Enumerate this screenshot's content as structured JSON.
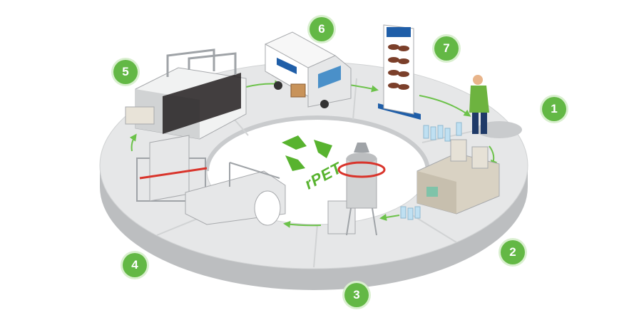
{
  "steps": [
    {
      "number": "1"
    },
    {
      "number": "2"
    },
    {
      "number": "3"
    },
    {
      "number": "4"
    },
    {
      "number": "5"
    },
    {
      "number": "6"
    },
    {
      "number": "7"
    }
  ],
  "center": {
    "label": "rPET"
  },
  "colors": {
    "badge": "#63b845",
    "ring_top": "#e6e7e8",
    "ring_side": "#bcbec0",
    "arrow": "#6cc24a",
    "machine_red": "#d9342b"
  }
}
